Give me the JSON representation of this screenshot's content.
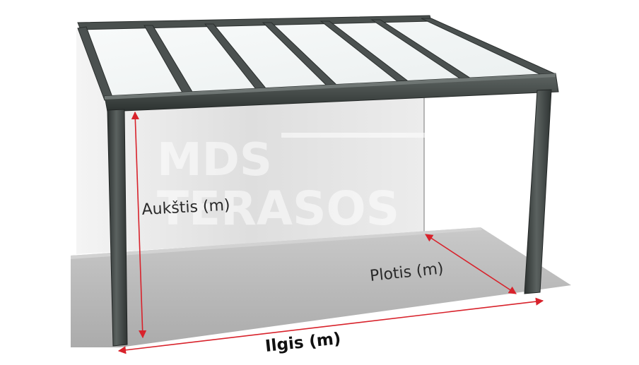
{
  "labels": {
    "height": "Aukštis (m)",
    "width": "Plotis (m)",
    "length": "Ilgis (m)"
  },
  "watermark": {
    "line1": "MDS",
    "line2": "TERASOS"
  },
  "colors": {
    "frame": "#3f4543",
    "frame_light": "#5a605e",
    "wall": "#e4e4e4",
    "floor": "#b9b9b9",
    "dimension_line": "#d8222b"
  }
}
